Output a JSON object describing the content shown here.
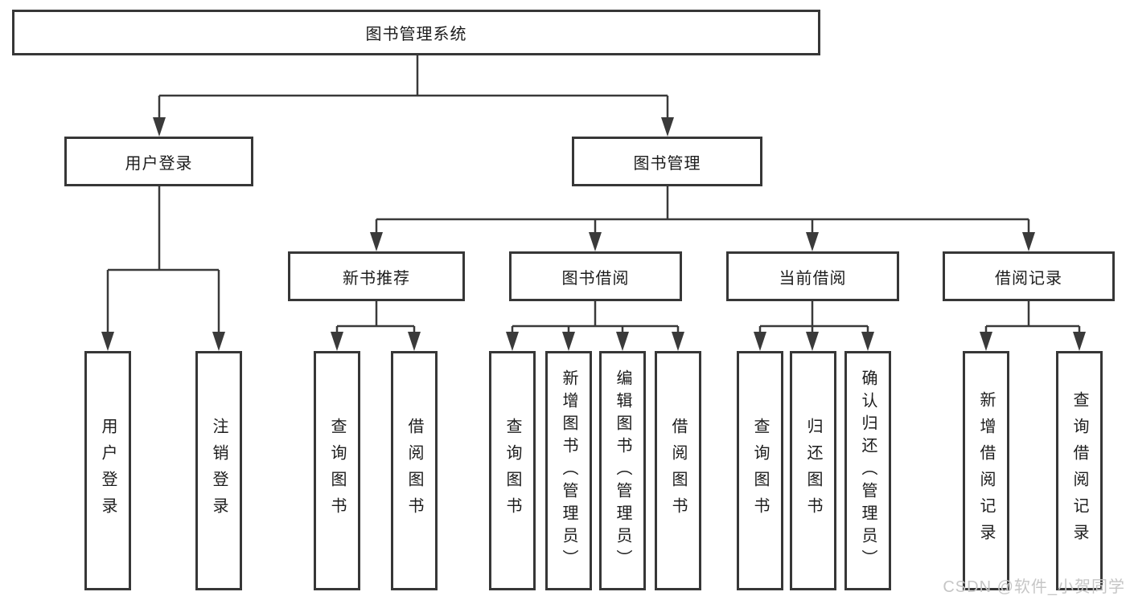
{
  "diagram_title": "图书管理系统",
  "tree": {
    "label": "图书管理系统",
    "children": [
      {
        "label": "用户登录",
        "children": [
          {
            "label": "用户登录"
          },
          {
            "label": "注销登录"
          }
        ]
      },
      {
        "label": "图书管理",
        "children": [
          {
            "label": "新书推荐",
            "children": [
              {
                "label": "查询图书"
              },
              {
                "label": "借阅图书"
              }
            ]
          },
          {
            "label": "图书借阅",
            "children": [
              {
                "label": "查询图书"
              },
              {
                "label": "新增图书（管理员）"
              },
              {
                "label": "编辑图书（管理员）"
              },
              {
                "label": "借阅图书"
              }
            ]
          },
          {
            "label": "当前借阅",
            "children": [
              {
                "label": "查询图书"
              },
              {
                "label": "归还图书"
              },
              {
                "label": "确认归还（管理员）"
              }
            ]
          },
          {
            "label": "借阅记录",
            "children": [
              {
                "label": "新增借阅记录"
              },
              {
                "label": "查询借阅记录"
              }
            ]
          }
        ]
      }
    ]
  },
  "watermark": "CSDN @软件_小贺同学",
  "colors": {
    "line": "#3a3a3a",
    "box_border": "#373737",
    "text": "#1c1c1c",
    "background": "#ffffff",
    "watermark": "#c6c6c6"
  }
}
